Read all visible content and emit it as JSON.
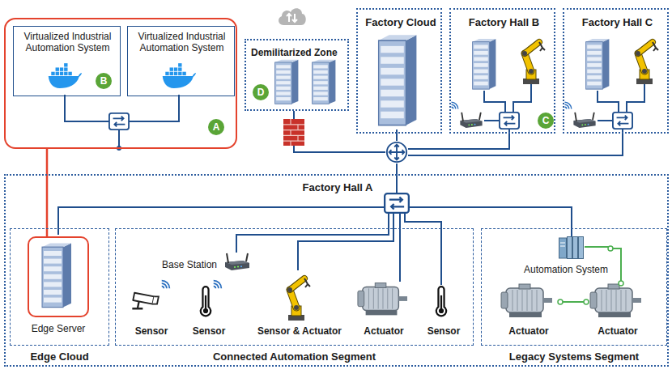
{
  "diagram": {
    "nodes": [
      {
        "text": [
          "A"
        ]
      },
      {
        "text": [
          "Virtualized Industrial Automation System",
          "B"
        ],
        "in": 0
      },
      {
        "text": [
          "Virtualized Industrial Automation System"
        ],
        "in": 0
      },
      {
        "text": [
          "Demilitarized Zone",
          "D"
        ]
      },
      {
        "text": [
          "Factory Cloud"
        ]
      },
      {
        "text": [
          "Factory Hall B",
          "C"
        ]
      },
      {
        "text": [
          "Factory Hall C"
        ]
      },
      {
        "text": [
          "Factory Hall A"
        ]
      },
      {
        "text": [
          "Edge Cloud"
        ],
        "in": 7
      },
      {
        "text": [
          "Edge Server"
        ],
        "in": 8
      },
      {
        "text": [
          "Connected Automation Segment"
        ],
        "in": 7
      },
      {
        "text": [
          "Base Station"
        ],
        "in": 10
      },
      {
        "text": [
          "Sensor"
        ],
        "in": 10
      },
      {
        "text": [
          "Sensor"
        ],
        "in": 10
      },
      {
        "text": [
          "Sensor & Actuator"
        ],
        "in": 10
      },
      {
        "text": [
          "Actuator"
        ],
        "in": 10
      },
      {
        "text": [
          "Sensor"
        ],
        "in": 10
      },
      {
        "text": [
          "Legacy Systems Segment"
        ],
        "in": 7
      },
      {
        "text": [
          "Automation System"
        ],
        "in": 17
      },
      {
        "text": [
          "Actuator"
        ],
        "in": 17
      },
      {
        "text": [
          "Actuator"
        ],
        "in": 17
      }
    ],
    "edges": [
      {
        "from": 0,
        "to": 9,
        "arrow": "none"
      },
      {
        "from": 19,
        "to": 20,
        "arrow": "none"
      },
      {
        "from": 18,
        "to": 20,
        "arrow": "none"
      }
    ]
  }
}
